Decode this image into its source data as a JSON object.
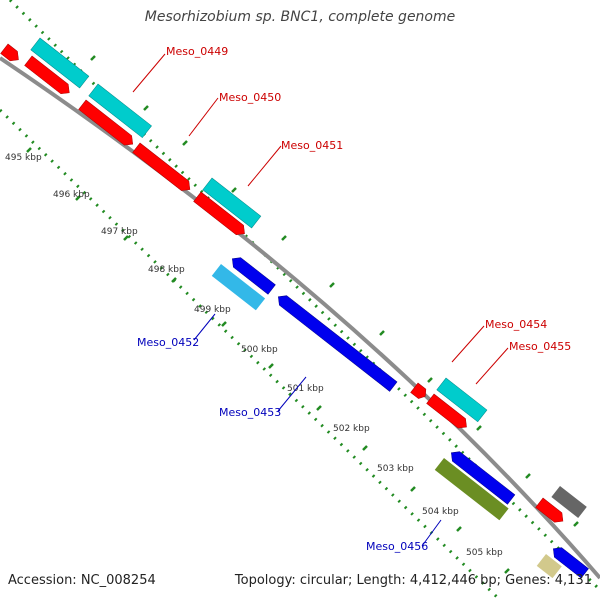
{
  "title": "Mesorhizobium sp. BNC1, complete genome",
  "footer": {
    "accession": "Accession: NC_008254",
    "info": "Topology: circular; Length: 4,412,446 bp; Genes: 4,131"
  },
  "tick_labels": [
    "495 kbp",
    "496 kbp",
    "497 kbp",
    "498 kbp",
    "499 kbp",
    "500 kbp",
    "501 kbp",
    "502 kbp",
    "503 kbp",
    "504 kbp",
    "505 kbp"
  ],
  "gene_labels": [
    {
      "text": "Meso_0449",
      "color": "#cc0000"
    },
    {
      "text": "Meso_0450",
      "color": "#cc0000"
    },
    {
      "text": "Meso_0451",
      "color": "#cc0000"
    },
    {
      "text": "Meso_0454",
      "color": "#cc0000"
    },
    {
      "text": "Meso_0455",
      "color": "#cc0000"
    },
    {
      "text": "Meso_0452",
      "color": "#0000bb"
    },
    {
      "text": "Meso_0453",
      "color": "#0000bb"
    },
    {
      "text": "Meso_0456",
      "color": "#0000bb"
    }
  ],
  "colors": {
    "backbone": "#8c8c8c",
    "forward_gene": "#ff0000",
    "reverse_gene": "#0000ee",
    "forward_feature": "#00cccc",
    "reverse_feature": "#33b8e8",
    "olive_feature": "#6b8e23",
    "grey_feature": "#666666",
    "khaki_feature": "#d2c98c",
    "tick": "#228b22"
  }
}
